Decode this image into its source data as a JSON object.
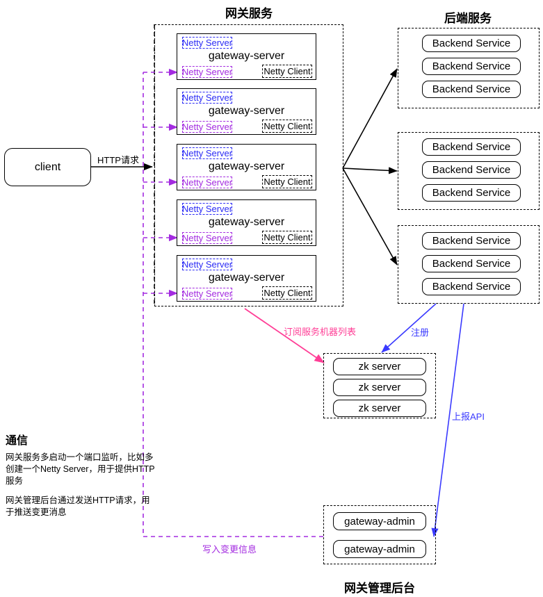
{
  "sections": {
    "gateway_services": {
      "caption": "网关服务"
    },
    "backend_services": {
      "caption": "后端服务"
    },
    "admin": {
      "caption": "网关管理后台"
    }
  },
  "client": {
    "label": "client"
  },
  "gateway_servers": [
    {
      "title": "gateway-server",
      "netty_server_top": "Netty Server",
      "netty_server_bottom": "Netty Server",
      "netty_client": "Netty Client"
    },
    {
      "title": "gateway-server",
      "netty_server_top": "Netty Server",
      "netty_server_bottom": "Netty Server",
      "netty_client": "Netty Client"
    },
    {
      "title": "gateway-server",
      "netty_server_top": "Netty Server",
      "netty_server_bottom": "Netty Server",
      "netty_client": "Netty Client"
    },
    {
      "title": "gateway-server",
      "netty_server_top": "Netty Server",
      "netty_server_bottom": "Netty Server",
      "netty_client": "Netty Client"
    },
    {
      "title": "gateway-server",
      "netty_server_top": "Netty Server",
      "netty_server_bottom": "Netty Server",
      "netty_client": "Netty Client"
    }
  ],
  "backend_groups": [
    {
      "services": [
        "Backend Service",
        "Backend Service",
        "Backend Service"
      ]
    },
    {
      "services": [
        "Backend Service",
        "Backend Service",
        "Backend Service"
      ]
    },
    {
      "services": [
        "Backend Service",
        "Backend Service",
        "Backend Service"
      ]
    }
  ],
  "zookeeper": {
    "nodes": [
      "zk server",
      "zk server",
      "zk server"
    ]
  },
  "gateway_admin": {
    "nodes": [
      "gateway-admin",
      "gateway-admin"
    ]
  },
  "edges": {
    "http_request": "HTTP请求",
    "subscribe_server_list": "订阅服务机器列表",
    "register": "注册",
    "report_api": "上报API",
    "write_change_info": "写入变更信息"
  },
  "notes": {
    "title": "通信",
    "paragraphs": [
      "网关服务多启动一个端口监听，比如多创建一个Netty Server，用于提供HTTP服务",
      "网关管理后台通过发送HTTP请求，用于推送变更消息"
    ]
  },
  "colors": {
    "blue": "#2b2bf5",
    "purple": "#a32be0",
    "pink": "#ff3e96",
    "black": "#000000",
    "arrow_blue": "#3a3aff"
  }
}
